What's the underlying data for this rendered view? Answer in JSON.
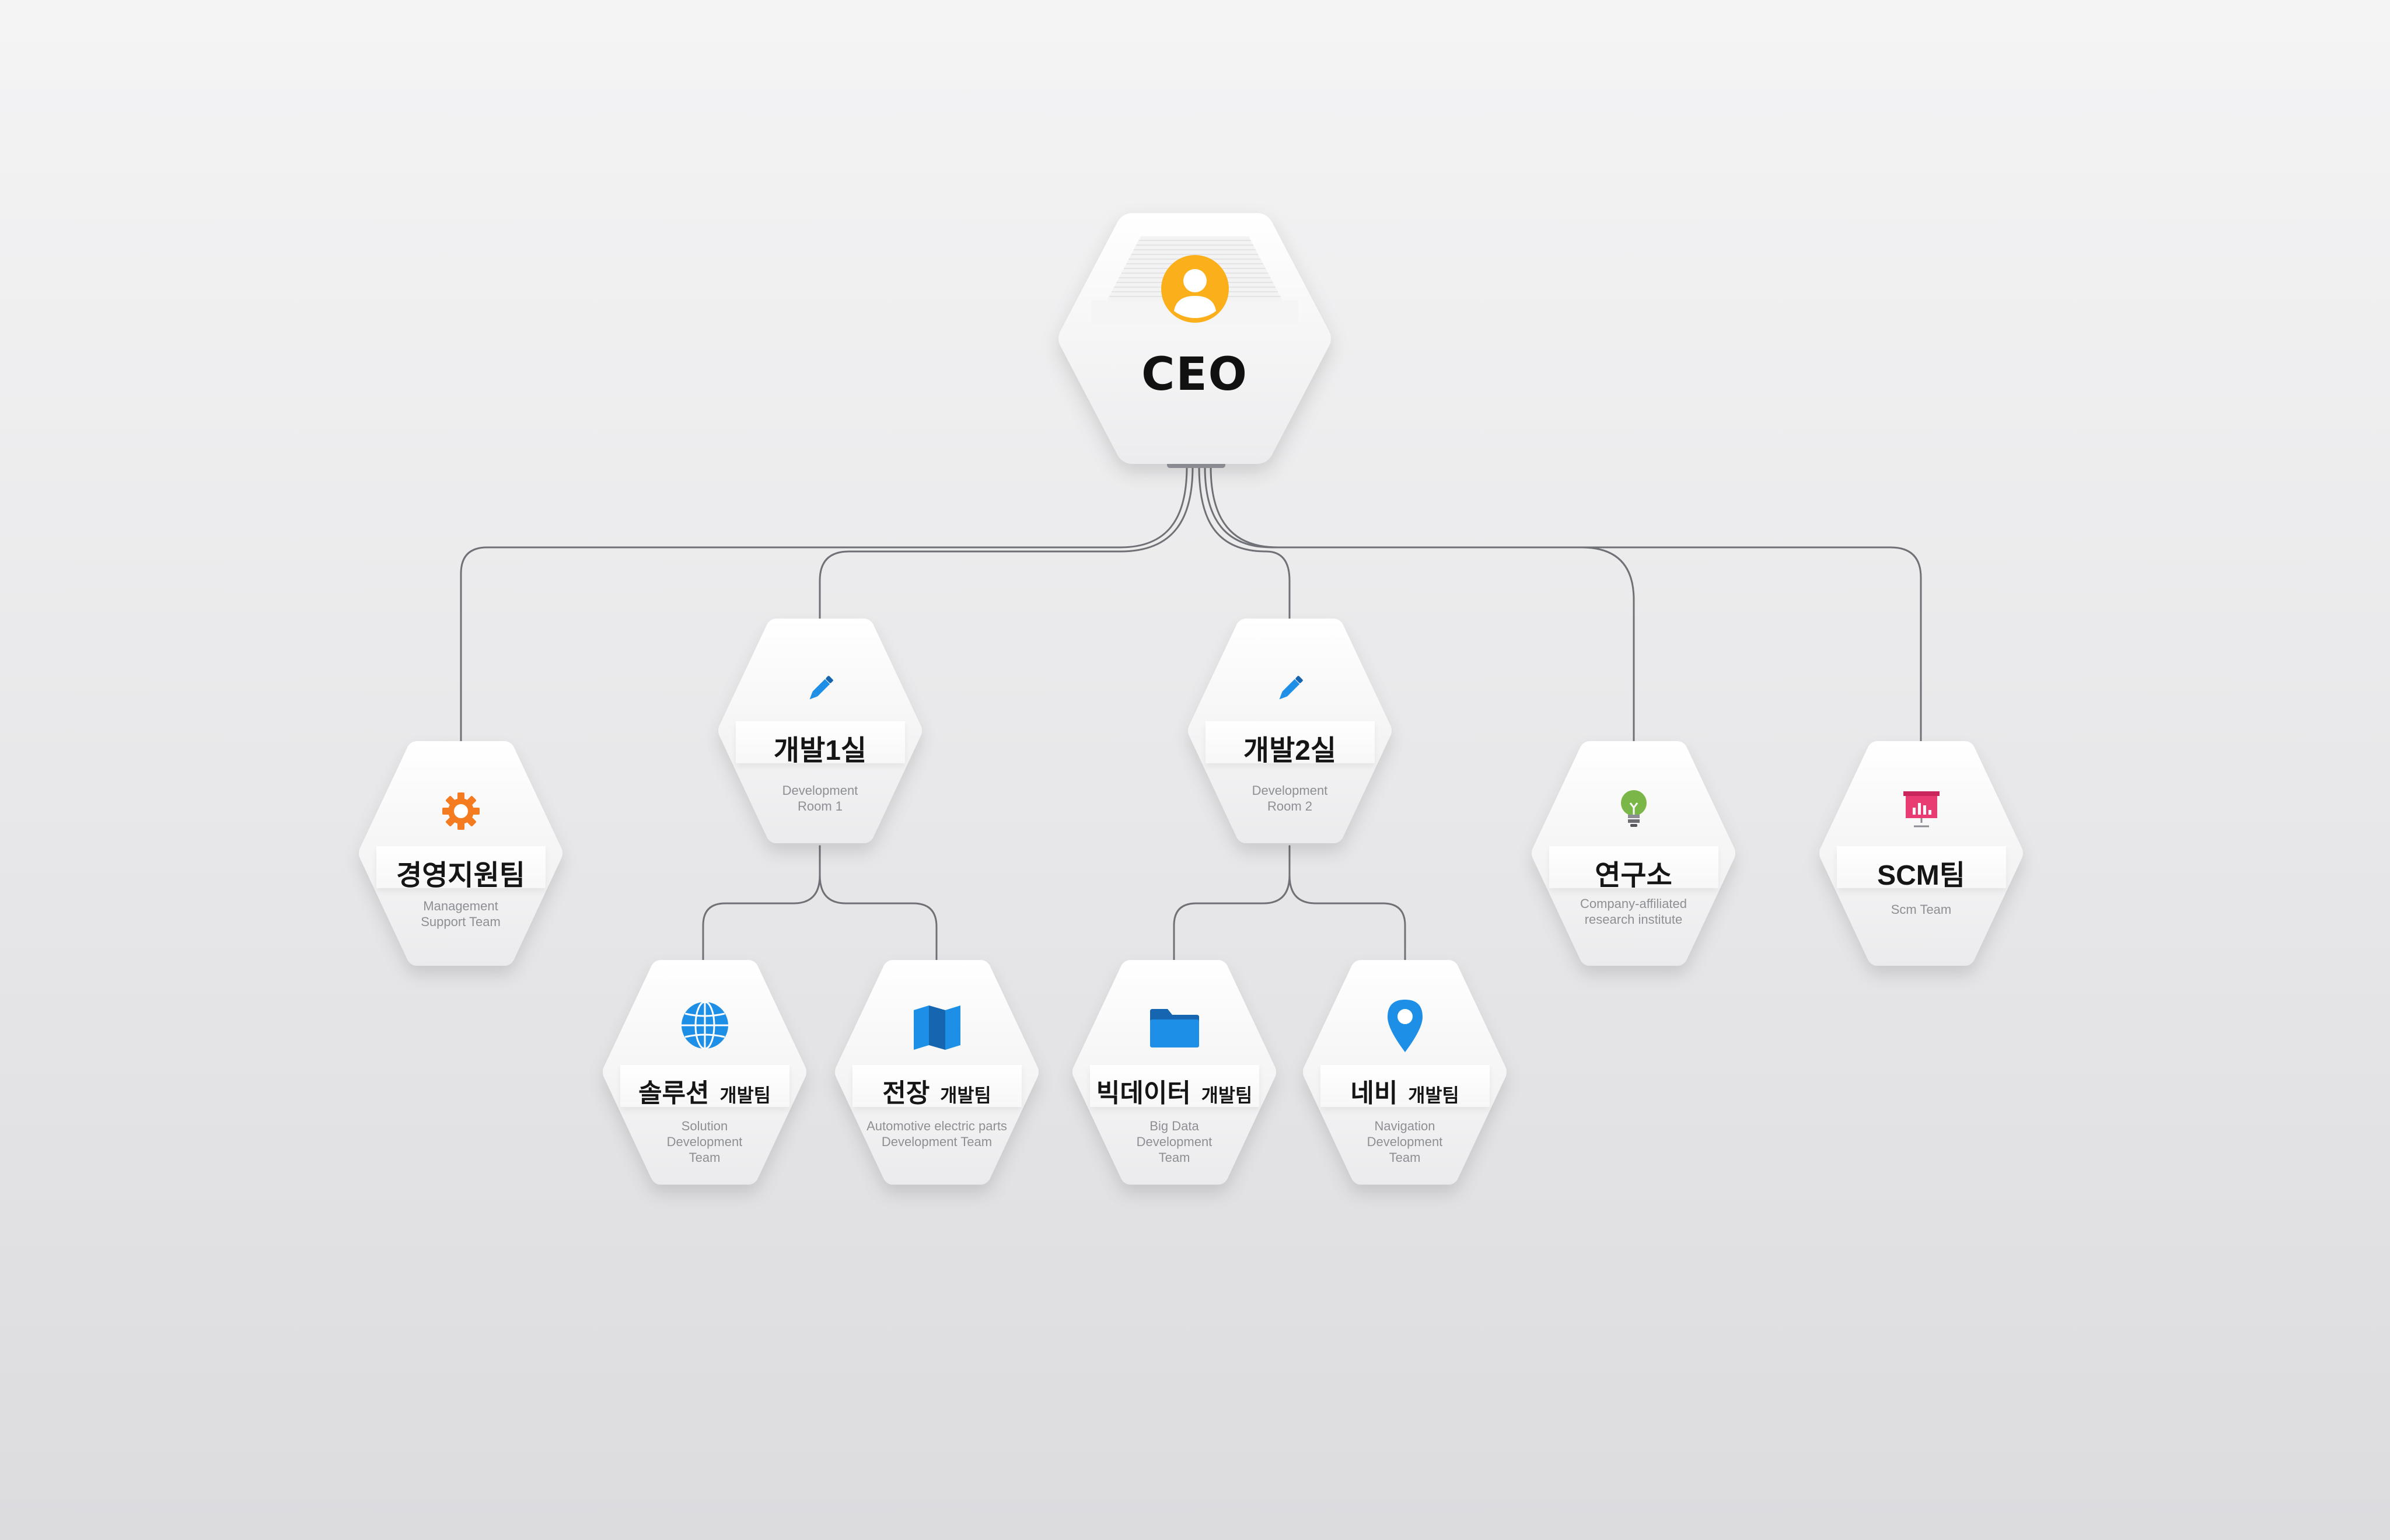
{
  "ceo": {
    "title": "CEO",
    "icon": "person-icon"
  },
  "departments": {
    "management_support": {
      "title": "경영지원팀",
      "subtitle": "Management Support Team",
      "icon": "gear-icon",
      "icon_color": "#f47b20"
    },
    "dev_room_1": {
      "title": "개발1실",
      "subtitle": "Development Room 1",
      "icon": "pencil-icon",
      "icon_color": "#1e8fe6"
    },
    "dev_room_2": {
      "title": "개발2실",
      "subtitle": "Development Room 2",
      "icon": "pencil-icon",
      "icon_color": "#1e8fe6"
    },
    "research": {
      "title": "연구소",
      "subtitle": "Company-affiliated research institute",
      "icon": "lightbulb-icon",
      "icon_color": "#7ab648"
    },
    "scm": {
      "title": "SCM팀",
      "subtitle": "Scm Team",
      "icon": "presentation-board-icon",
      "icon_color": "#e83c72"
    }
  },
  "teams": {
    "solution": {
      "title": "솔루션",
      "title_suffix": "개발팀",
      "subtitle": "Solution Development Team",
      "icon": "globe-icon",
      "icon_color": "#1e8fe6"
    },
    "automotive": {
      "title": "전장",
      "title_suffix": "개발팀",
      "subtitle": "Automotive electric parts Development Team",
      "icon": "map-icon",
      "icon_color": "#1e8fe6"
    },
    "bigdata": {
      "title": "빅데이터",
      "title_suffix": "개발팀",
      "subtitle": "Big Data Development Team",
      "icon": "folder-icon",
      "icon_color": "#1e8fe6"
    },
    "navigation": {
      "title": "네비",
      "title_suffix": "개발팀",
      "subtitle": "Navigation Development Team",
      "icon": "location-pin-icon",
      "icon_color": "#1e8fe6"
    }
  }
}
